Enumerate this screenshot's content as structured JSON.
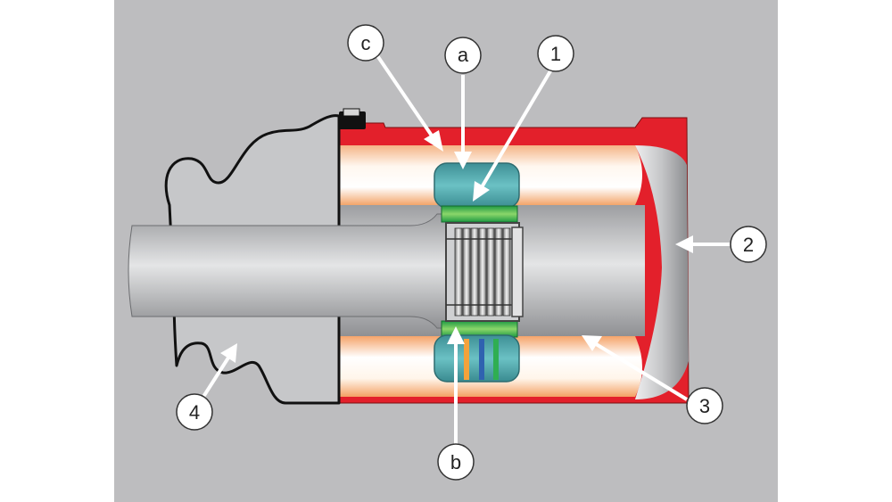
{
  "labels": {
    "c": "c",
    "a": "a",
    "one": "1",
    "two": "2",
    "three": "3",
    "four": "4",
    "b": "b"
  },
  "colors": {
    "background": "#bdbdbf",
    "housing_red": "#e3202b",
    "shaft_gray": "#b9babc",
    "roller_green": "#2fae52",
    "cage_teal": "#4fa3a8",
    "callout_circle": "#ffffff"
  }
}
